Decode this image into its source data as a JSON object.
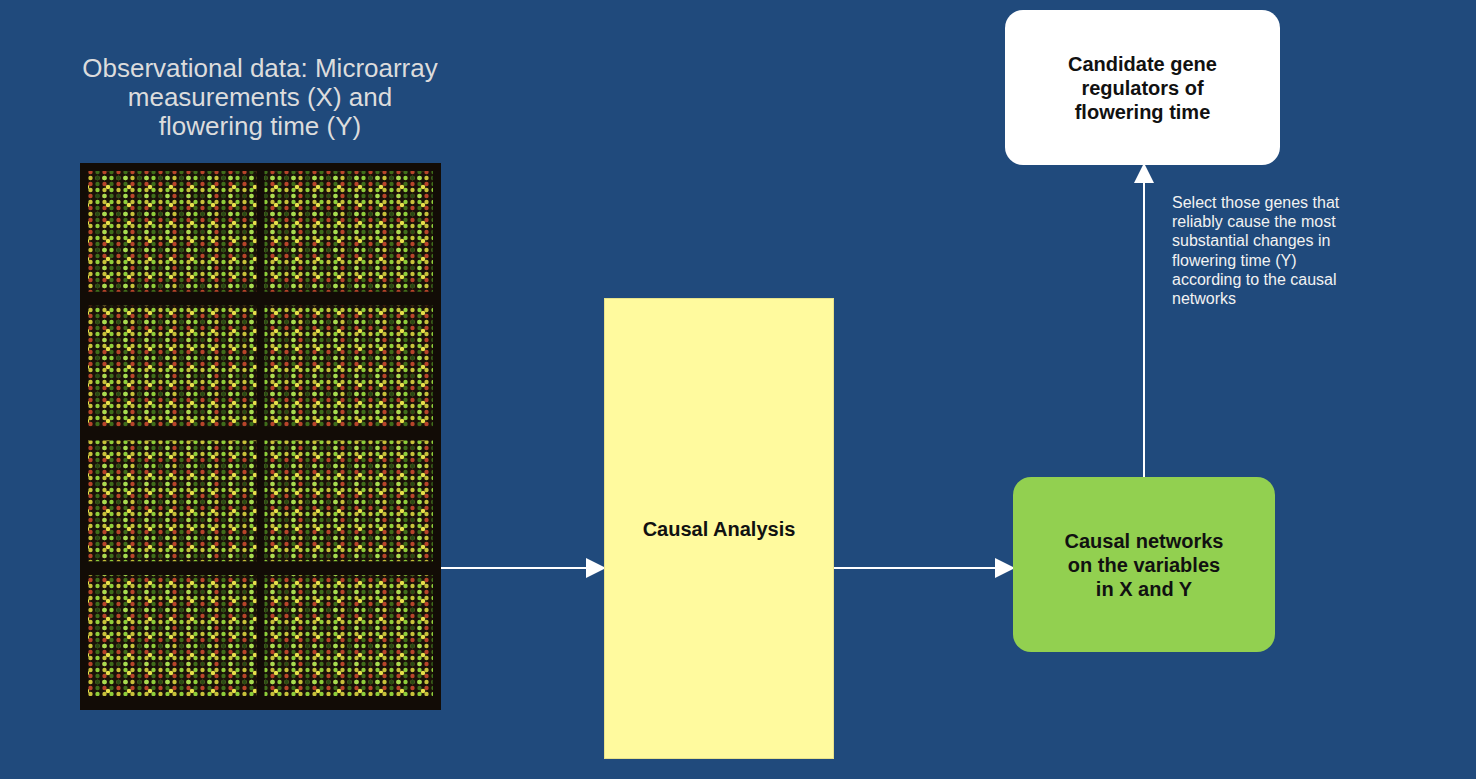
{
  "diagram": {
    "nodes": [
      {
        "text": [
          "Observational data: Microarray measurements (X) and flowering time (Y)"
        ]
      },
      {
        "text": [
          "Causal Analysis"
        ]
      },
      {
        "text": [
          "Causal networks on the variables in X and Y"
        ]
      },
      {
        "text": [
          "Candidate gene regulators of flowering time"
        ]
      }
    ],
    "edges": [
      {
        "from": 0,
        "to": 1,
        "arrow": "to"
      },
      {
        "from": 1,
        "to": 2,
        "arrow": "to"
      },
      {
        "from": 2,
        "to": 3,
        "arrow": "to",
        "label": "Select those genes that reliably cause the most substantial changes in flowering time (Y) according to the causal networks"
      }
    ]
  }
}
